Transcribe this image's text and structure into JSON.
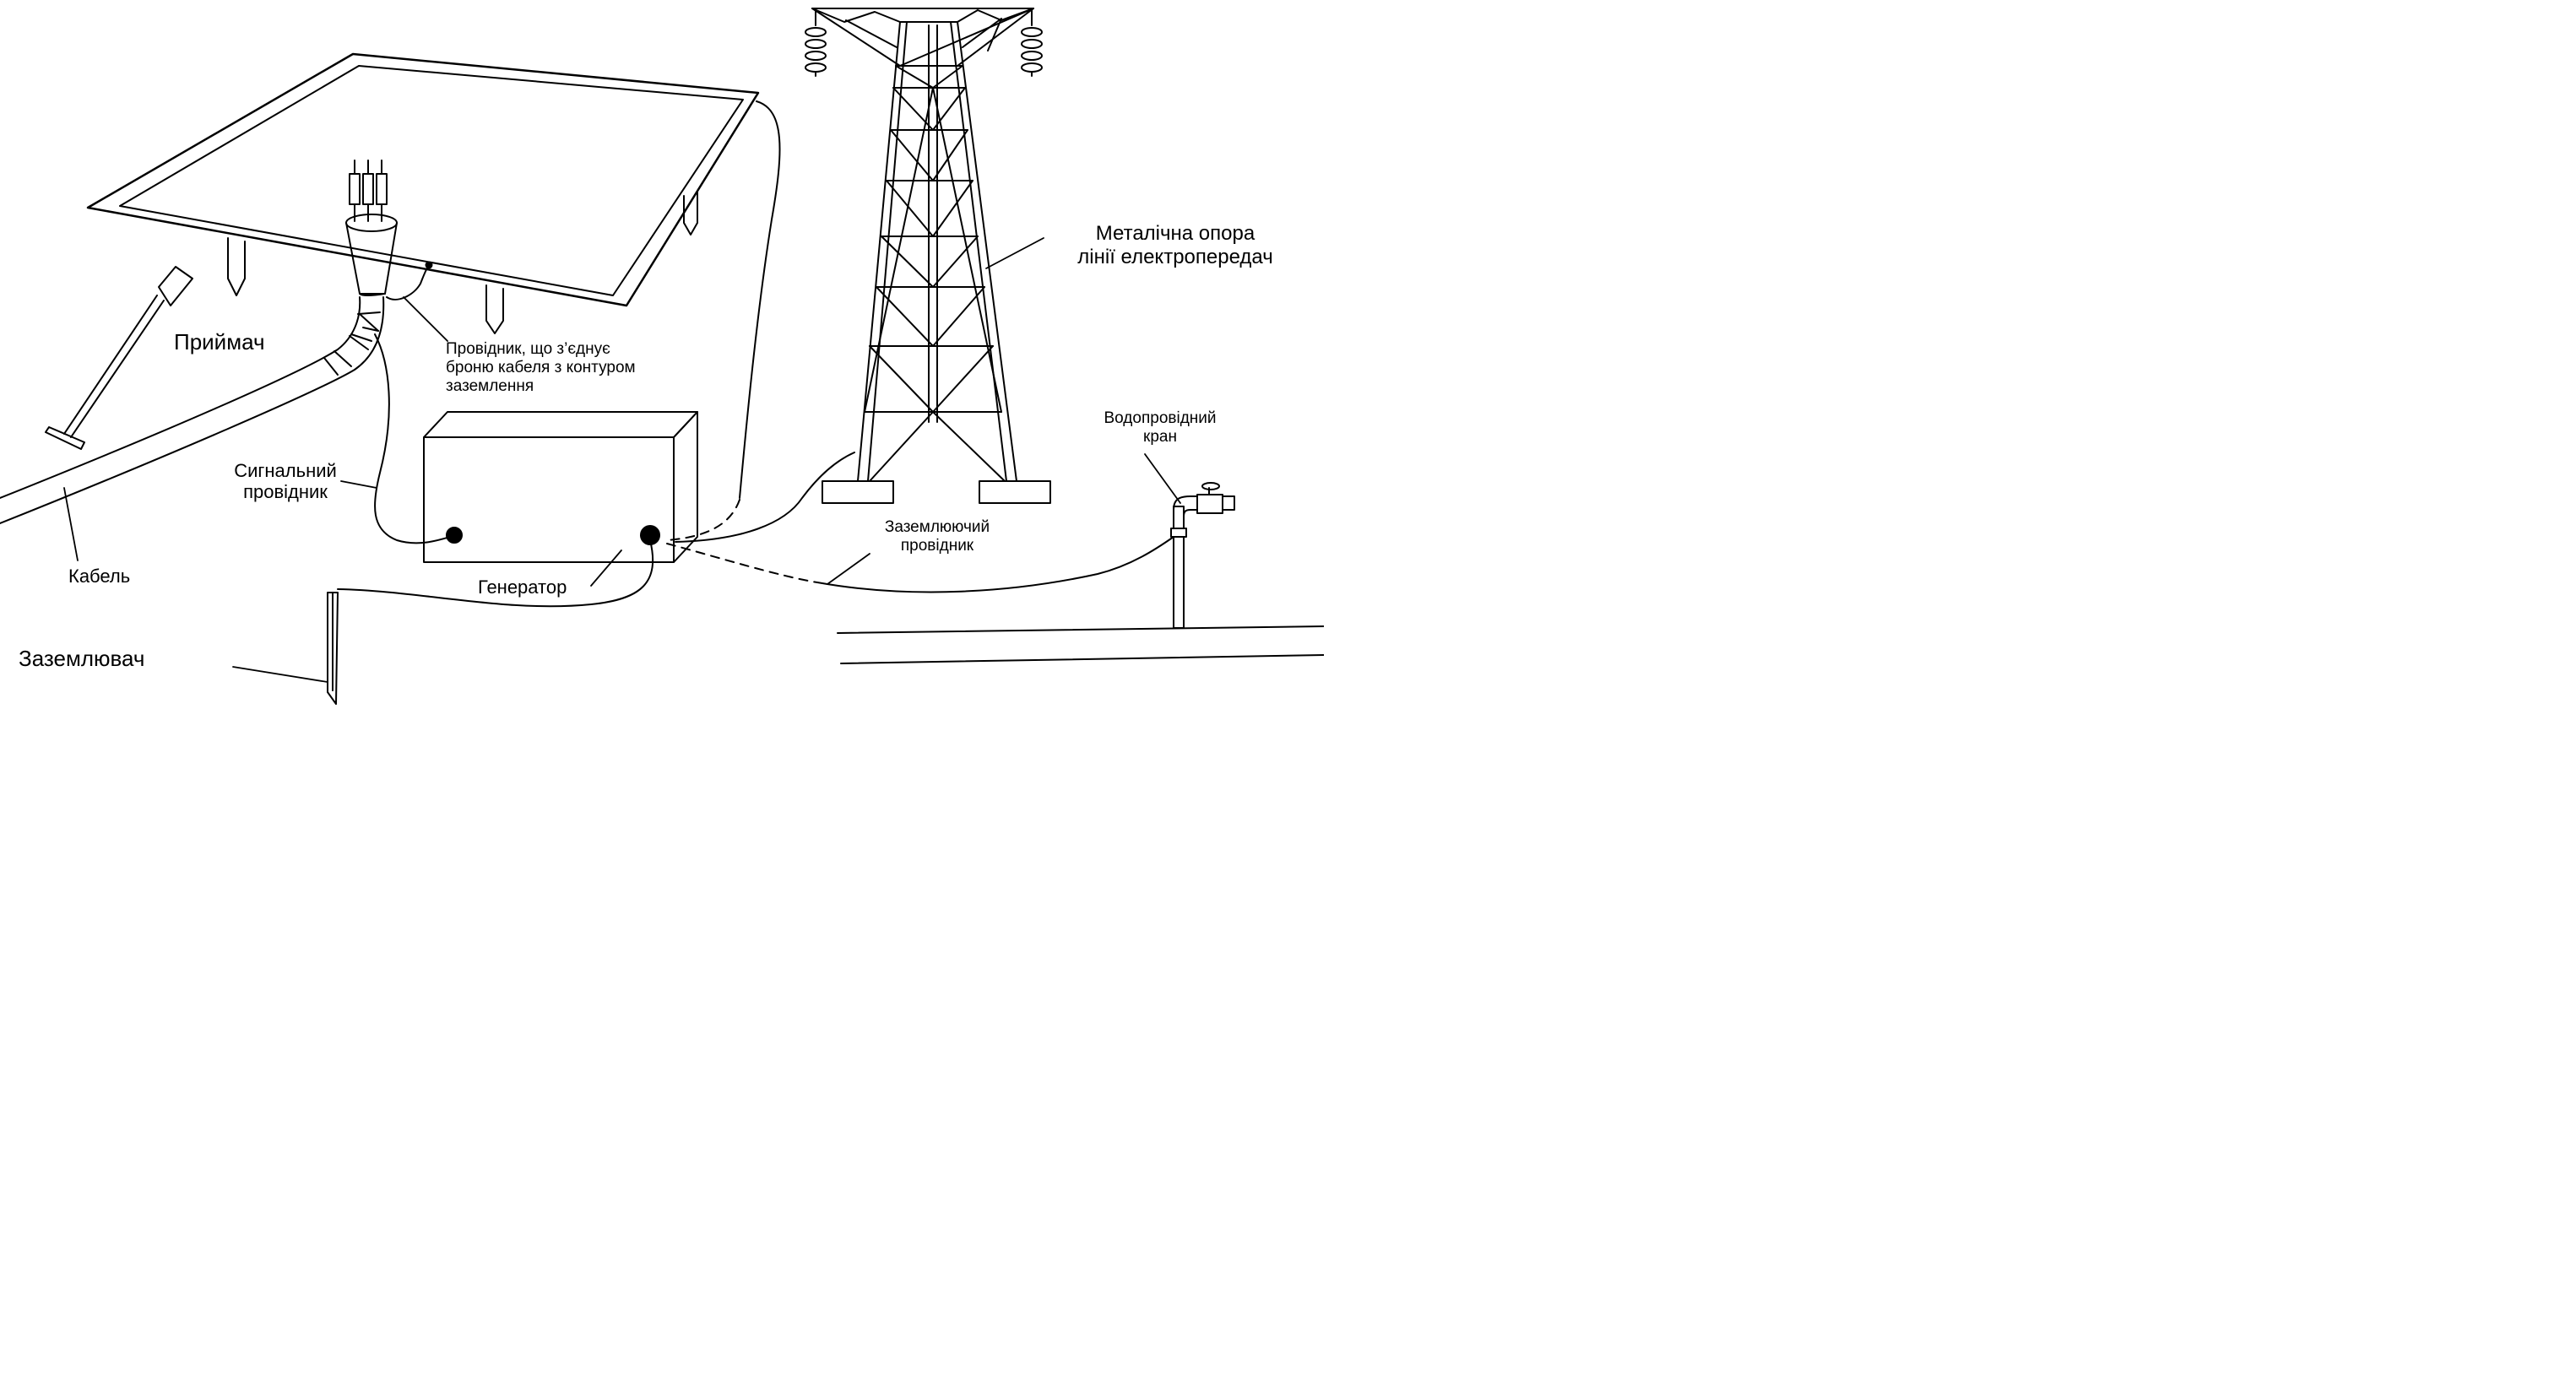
{
  "labels": {
    "receiver": "Приймач",
    "conductor_armor": "Провідник, що з’єднує\nброню кабеля з контуром\nзаземлення",
    "signal_wire": "Сигнальний\nпровідник",
    "cable": "Кабель",
    "generator": "Генератор",
    "ground_rod": "Заземлювач",
    "tower": "Металічна опора\nлінії електропередач",
    "grounding_wire": "Заземлюючий\nпровідник",
    "water_tap": "Водопровідний\nкран"
  },
  "colors": {
    "ink": "#000000",
    "background": "#ffffff"
  }
}
